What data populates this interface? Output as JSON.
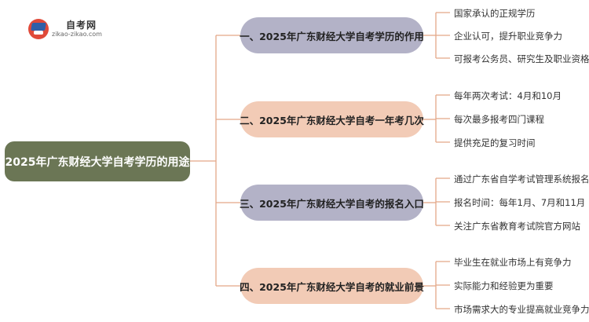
{
  "logo": {
    "title": "自考网",
    "url": "zikao-zikao.com"
  },
  "root": {
    "label": "2025年广东财经大学自考学历的用途",
    "color": "#6b7655"
  },
  "branches": [
    {
      "label": "一、2025年广东财经大学自考学历的作用",
      "color": "#b3b2c7",
      "leaves": [
        "国家承认的正规学历",
        "企业认可，提升职业竞争力",
        "可报考公务员、研究生及职业资格证"
      ]
    },
    {
      "label": "二、2025年广东财经大学自考一年考几次",
      "color": "#f2cbb6",
      "leaves": [
        "每年两次考试：4月和10月",
        "每次最多报考四门课程",
        "提供充足的复习时间"
      ]
    },
    {
      "label": "三、2025年广东财经大学自考的报名入口",
      "color": "#b3b2c7",
      "leaves": [
        "通过广东省自学考试管理系统报名",
        "报名时间：每年1月、7月和11月",
        "关注广东省教育考试院官方网站"
      ]
    },
    {
      "label": "四、2025年广东财经大学自考的就业前景",
      "color": "#f2cbb6",
      "leaves": [
        "毕业生在就业市场上有竞争力",
        "实际能力和经验更为重要",
        "市场需求大的专业提高就业竞争力"
      ]
    }
  ],
  "connector_color": "#e3a888"
}
